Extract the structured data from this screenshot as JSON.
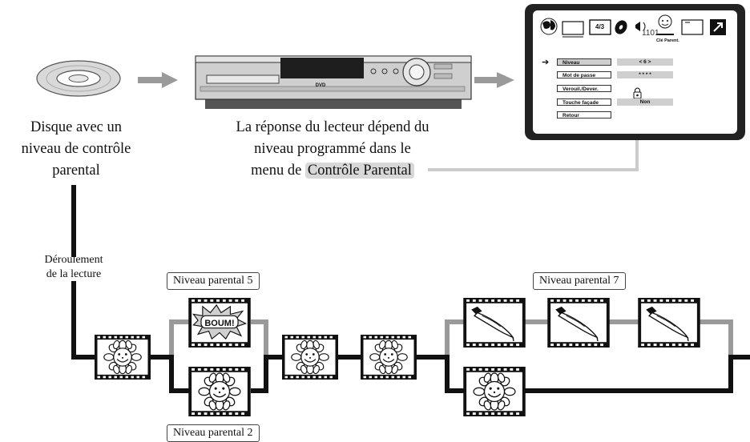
{
  "captions": {
    "disc": [
      "Disque avec un",
      "niveau de contrôle",
      "parental"
    ],
    "player": [
      "La réponse du lecteur dépend du",
      "niveau programmé dans le"
    ],
    "player_last_prefix": "menu de ",
    "player_last_highlight": "Contrôle Parental",
    "playback": [
      "Déroulement",
      "de la lecture"
    ]
  },
  "labels": {
    "level5": "Niveau parental 5",
    "level2": "Niveau parental 2",
    "level7": "Niveau parental 7"
  },
  "boum_text": "BOUM!",
  "player_logo": "DVD",
  "menu": {
    "icon_43": "4/3",
    "icon_code": "1101",
    "clef_label": "Clé Parent.",
    "rows": [
      {
        "label": "Niveau",
        "value": "< 6 >",
        "selected": true
      },
      {
        "label": "Mot de passe",
        "value": "* * * *"
      },
      {
        "label": "Verouil./Dever.",
        "value": "lock-icon"
      },
      {
        "label": "Touche façade",
        "value": "Non"
      },
      {
        "label": "Retour",
        "value": ""
      }
    ],
    "cursor_symbol": "➔"
  },
  "colors": {
    "track": "#111111",
    "branch_grey": "#9a9a9a",
    "highlight": "#d8d8d8",
    "menu_value_bg": "#cfcfcf"
  }
}
